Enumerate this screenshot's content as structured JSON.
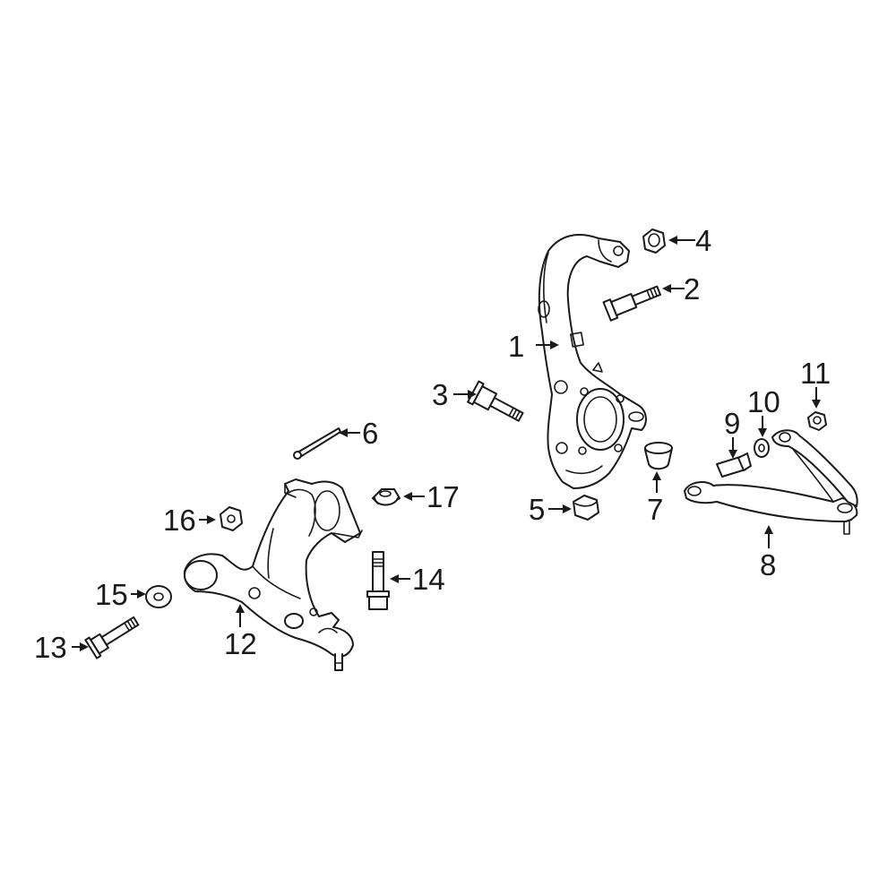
{
  "callouts": [
    {
      "id": "c1",
      "label": "1"
    },
    {
      "id": "c2",
      "label": "2"
    },
    {
      "id": "c3",
      "label": "3"
    },
    {
      "id": "c4",
      "label": "4"
    },
    {
      "id": "c5",
      "label": "5"
    },
    {
      "id": "c6",
      "label": "6"
    },
    {
      "id": "c7",
      "label": "7"
    },
    {
      "id": "c8",
      "label": "8"
    },
    {
      "id": "c9",
      "label": "9"
    },
    {
      "id": "c10",
      "label": "10"
    },
    {
      "id": "c11",
      "label": "11"
    },
    {
      "id": "c12",
      "label": "12"
    },
    {
      "id": "c13",
      "label": "13"
    },
    {
      "id": "c14",
      "label": "14"
    },
    {
      "id": "c15",
      "label": "15"
    },
    {
      "id": "c16",
      "label": "16"
    },
    {
      "id": "c17",
      "label": "17"
    }
  ],
  "colors": {
    "line": "#1a1a1a",
    "background": "#ffffff"
  }
}
